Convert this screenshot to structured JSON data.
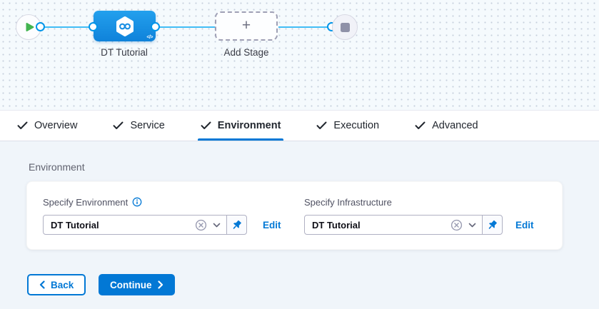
{
  "pipeline": {
    "stage": {
      "name": "DT Tutorial"
    },
    "add_stage": {
      "label": "Add Stage"
    }
  },
  "glyphs": {
    "plus": "+",
    "code": "</>"
  },
  "tabs": [
    {
      "label": "Overview",
      "completed": true,
      "active": false
    },
    {
      "label": "Service",
      "completed": true,
      "active": false
    },
    {
      "label": "Environment",
      "completed": true,
      "active": true
    },
    {
      "label": "Execution",
      "completed": true,
      "active": false
    },
    {
      "label": "Advanced",
      "completed": true,
      "active": false
    }
  ],
  "environment_section": {
    "title": "Environment",
    "fields": [
      {
        "label": "Specify Environment",
        "value": "DT Tutorial",
        "has_info_icon": true,
        "edit_label": "Edit"
      },
      {
        "label": "Specify Infrastructure",
        "value": "DT Tutorial",
        "has_info_icon": false,
        "edit_label": "Edit"
      }
    ]
  },
  "footer": {
    "back_label": "Back",
    "continue_label": "Continue"
  },
  "colors": {
    "primary_blue": "#0278d5",
    "node_blue": "#1b93e3",
    "connector_blue": "#42bdf5",
    "success_green": "#42b450",
    "end_square_gray": "#8f91a8",
    "canvas_bg": "#f5fafd",
    "content_bg": "#f0f5fa"
  }
}
